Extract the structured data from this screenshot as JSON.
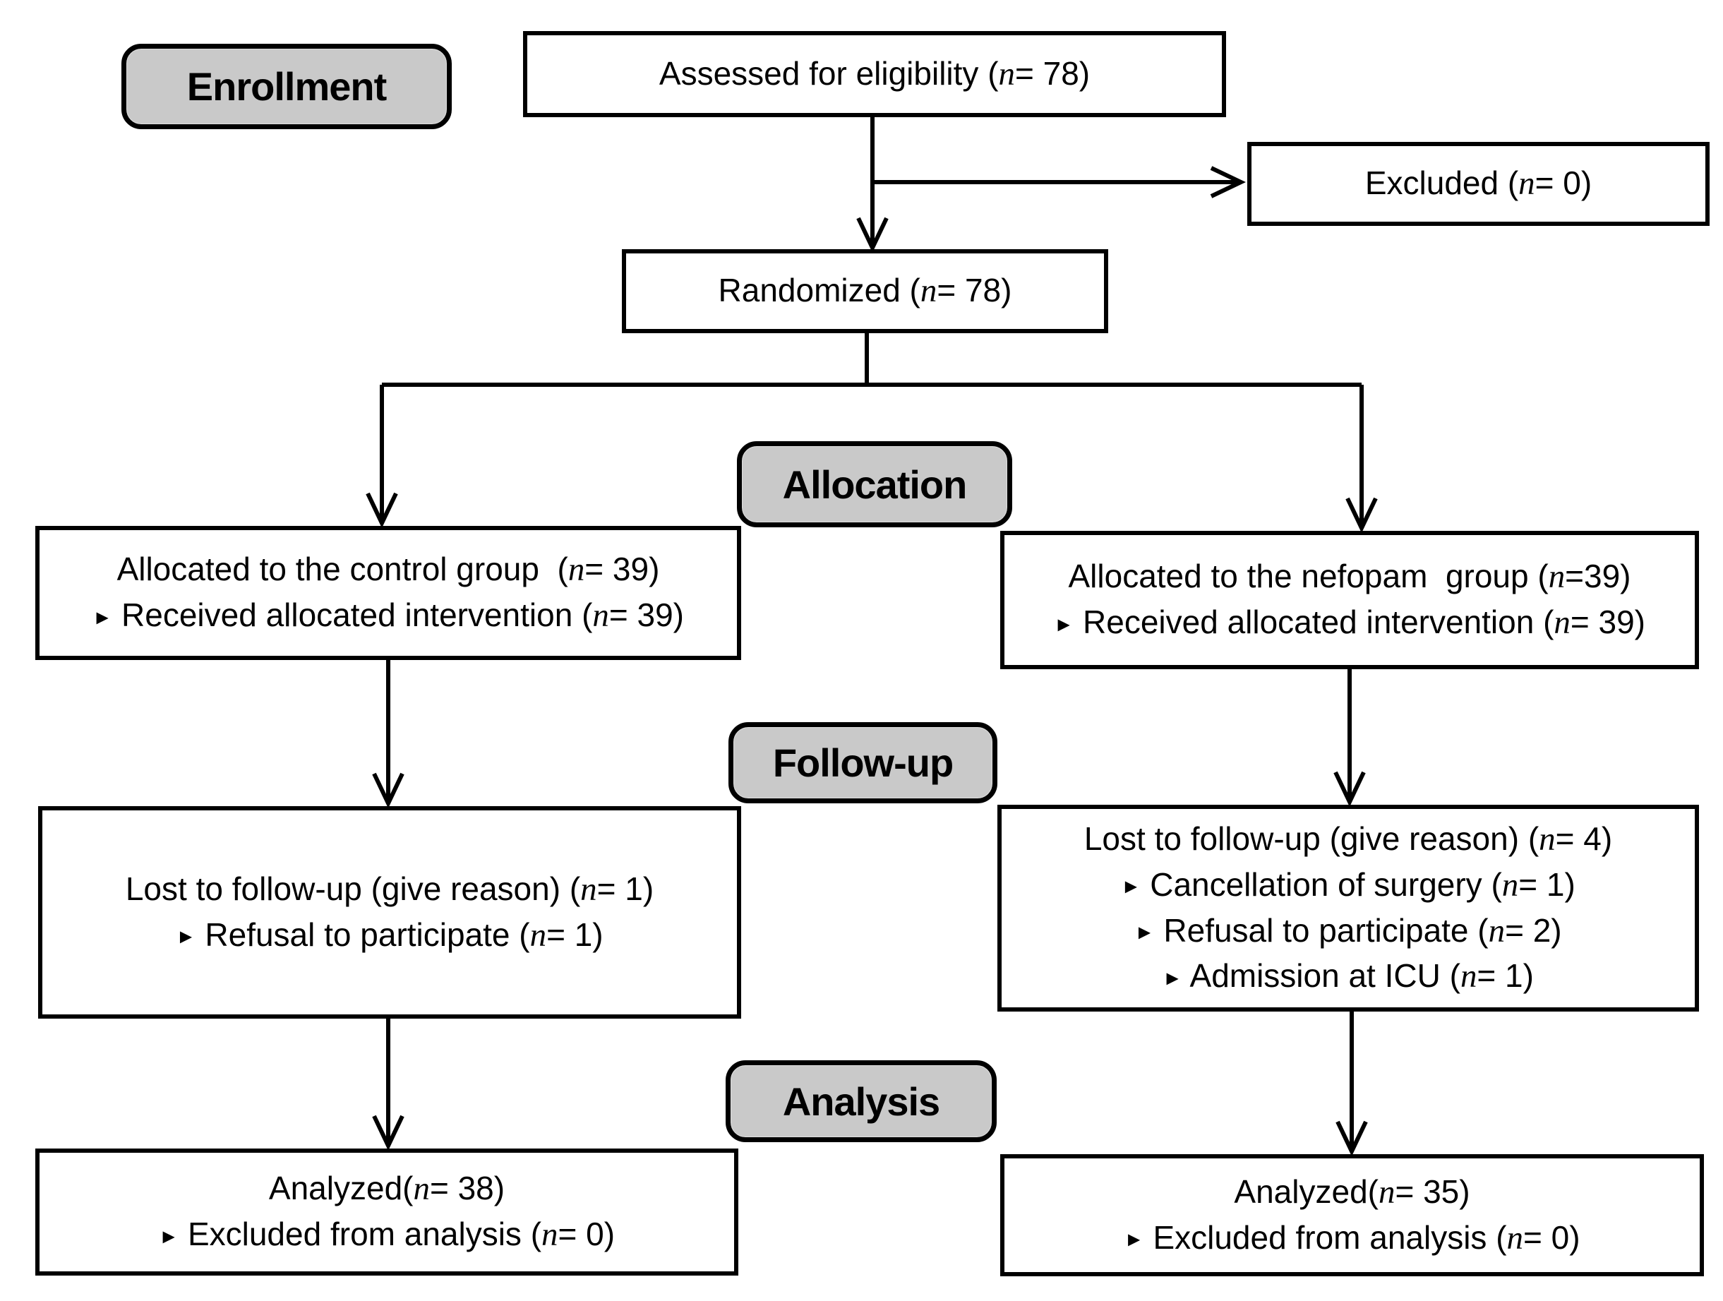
{
  "stages": {
    "enrollment": "Enrollment",
    "allocation": "Allocation",
    "followup": "Follow-up",
    "analysis": "Analysis"
  },
  "boxes": {
    "assessed": {
      "lines": [
        "Assessed for eligibility (n= 78)"
      ]
    },
    "excluded": {
      "lines": [
        "Excluded (n= 0)"
      ]
    },
    "randomized": {
      "lines": [
        "Randomized (n= 78)"
      ]
    },
    "allocated_control": {
      "lines": [
        "Allocated to the control group  (n= 39)",
        "► Received allocated intervention (n= 39)"
      ]
    },
    "allocated_nefopam": {
      "lines": [
        "Allocated to the nefopam  group (n=39)",
        "► Received allocated intervention (n= 39)"
      ]
    },
    "followup_control": {
      "lines": [
        "Lost to follow-up (give reason) (n= 1)",
        "► Refusal to participate (n= 1)"
      ]
    },
    "followup_nefopam": {
      "lines": [
        "Lost to follow-up (give reason) (n= 4)",
        "► Cancellation of surgery (n= 1)",
        "► Refusal to participate (n= 2)",
        "► Admission at ICU (n= 1)"
      ]
    },
    "analyzed_control": {
      "lines": [
        "Analyzed(n= 38)",
        "► Excluded from analysis (n= 0)"
      ]
    },
    "analyzed_nefopam": {
      "lines": [
        "Analyzed(n= 35)",
        "► Excluded from analysis (n= 0)"
      ]
    }
  },
  "colors": {
    "stage_fill": "#c9c9c9",
    "box_fill": "#ffffff",
    "line": "#000000"
  }
}
